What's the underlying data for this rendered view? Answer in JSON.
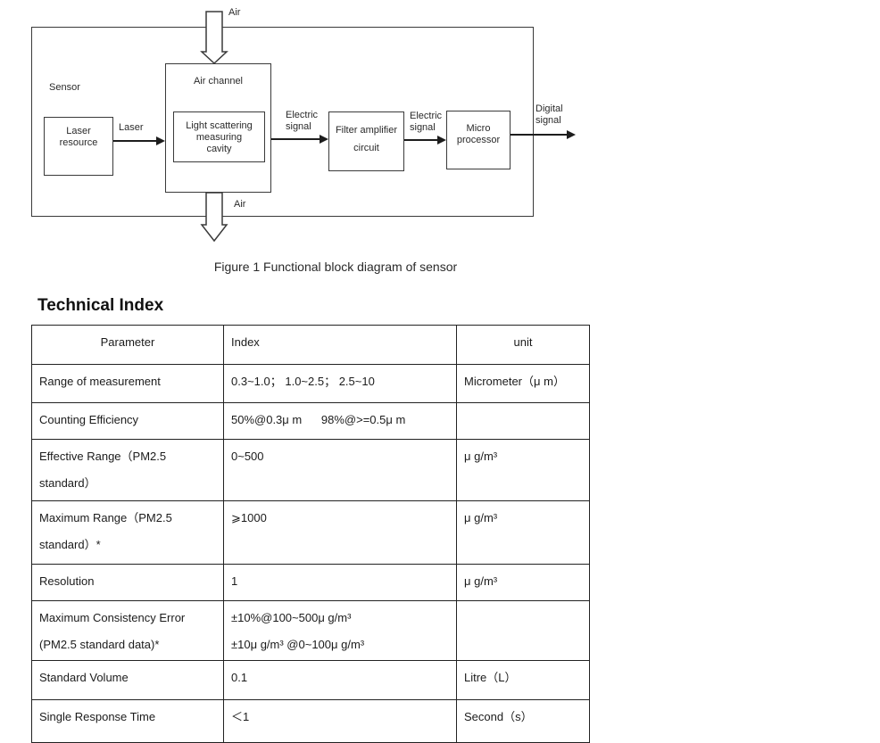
{
  "diagram": {
    "sensor_label": "Sensor",
    "air_top": "Air",
    "air_bottom": "Air",
    "laser_label": "Laser",
    "electric_signal_1": {
      "line1": "Electric",
      "line2": "signal"
    },
    "electric_signal_2": {
      "line1": "Electric",
      "line2": "signal"
    },
    "digital_signal": {
      "line1": "Digital",
      "line2": "signal"
    },
    "boxes": {
      "laser_resource": {
        "line1": "Laser",
        "line2": "resource"
      },
      "air_channel": {
        "label": "Air channel"
      },
      "light_scattering": {
        "line1": "Light scattering",
        "line2": "measuring",
        "line3": "cavity"
      },
      "filter_amplifier": {
        "line1": "Filter amplifier",
        "line2": "circuit"
      },
      "micro_processor": {
        "line1": "Micro",
        "line2": "processor"
      }
    }
  },
  "caption": "Figure 1 Functional block diagram of sensor",
  "section_title": "Technical Index",
  "table": {
    "headers": {
      "parameter": "Parameter",
      "index": "Index",
      "unit": "unit"
    },
    "rows": [
      {
        "parameter": "Range of measurement",
        "index": "0.3~1.0； 1.0~2.5； 2.5~10",
        "unit": "Micrometer（μ m）"
      },
      {
        "parameter": "Counting Efficiency",
        "index": "50%@0.3μ m      98%@>=0.5μ m",
        "unit": ""
      },
      {
        "parameter": "Effective Range（PM2.5\nstandard）",
        "index": "0~500",
        "unit": "μ g/m³"
      },
      {
        "parameter": "Maximum Range（PM2.5\nstandard）*",
        "index": "⩾1000",
        "unit": "μ g/m³"
      },
      {
        "parameter": "Resolution",
        "index": "1",
        "unit": "μ g/m³"
      },
      {
        "parameter": "Maximum Consistency Error\n(PM2.5 standard data)*",
        "index": "±10%@100~500μ g/m³\n±10μ g/m³ @0~100μ g/m³",
        "unit": ""
      },
      {
        "parameter": "Standard Volume",
        "index": "0.1",
        "unit": "Litre（L）"
      },
      {
        "parameter": "Single Response Time",
        "index": "＜1",
        "unit": "Second（s）"
      }
    ]
  }
}
